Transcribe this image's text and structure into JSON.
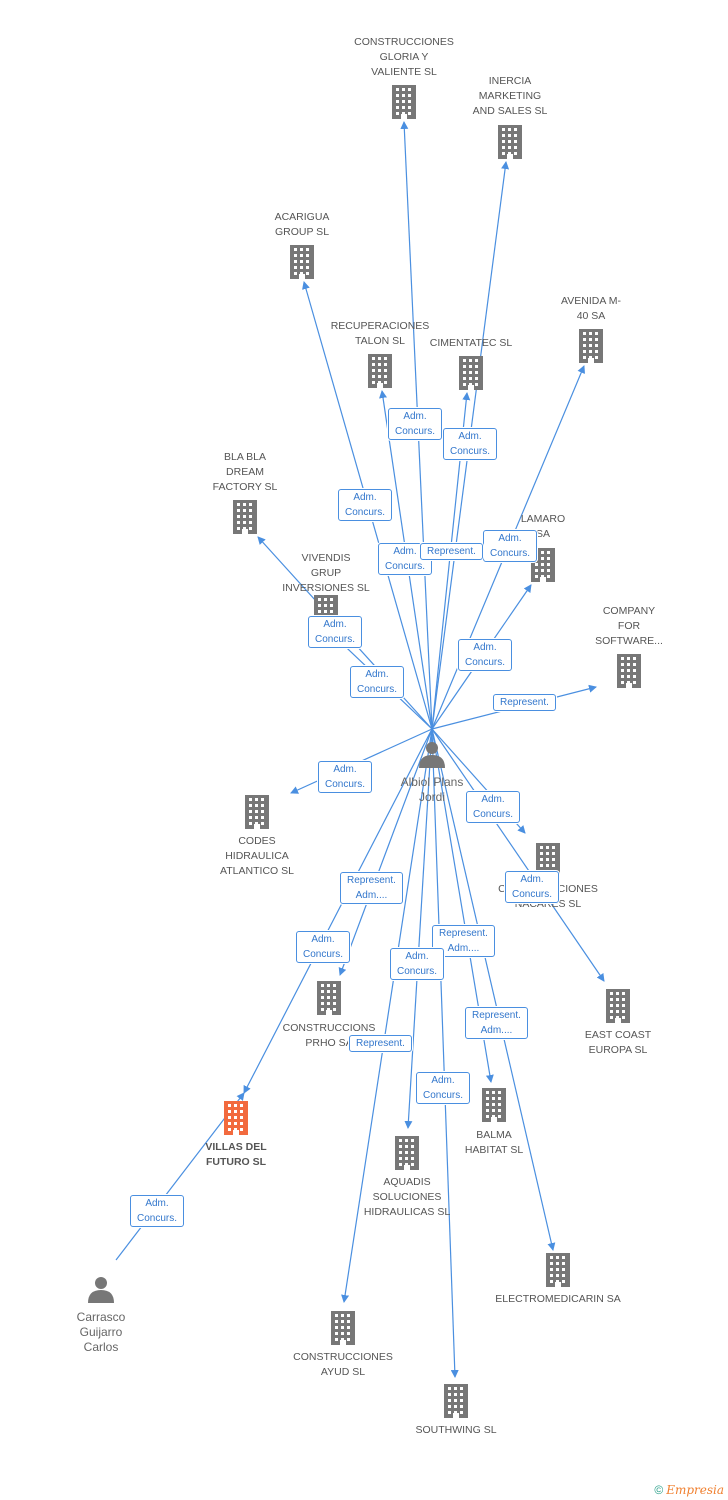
{
  "colors": {
    "edge": "#4a8fe0",
    "company_icon": "#777777",
    "focus_icon": "#f26a3e",
    "person_icon": "#777777"
  },
  "center": {
    "name": "Albiol Plans\nJordi",
    "icon": "person-icon"
  },
  "companies": [
    {
      "key": "gloria",
      "name": "CONSTRUCCIONES\nGLORIA Y\nVALIENTE SL"
    },
    {
      "key": "inercia",
      "name": "INERCIA\nMARKETING\nAND SALES SL"
    },
    {
      "key": "acarigua",
      "name": "ACARIGUA\nGROUP SL"
    },
    {
      "key": "avenida",
      "name": "AVENIDA M-\n40 SA"
    },
    {
      "key": "talon",
      "name": "RECUPERACIONES\nTALON SL"
    },
    {
      "key": "cimentatec",
      "name": "CIMENTATEC SL"
    },
    {
      "key": "blabla",
      "name": "BLA BLA\nDREAM\nFACTORY SL"
    },
    {
      "key": "lamaro",
      "name": "LAMARO\nSA"
    },
    {
      "key": "vivendis",
      "name": "VIVENDIS\nGRUP\nINVERSIONES SL"
    },
    {
      "key": "company_sw",
      "name": "COMPANY\nFOR\nSOFTWARE..."
    },
    {
      "key": "codes",
      "name": "CODES\nHIDRAULICA\nATLANTICO SL"
    },
    {
      "key": "nacares",
      "name": "CONSTRUCCIONES\nNACARES SL"
    },
    {
      "key": "eastcoast",
      "name": "EAST COAST\nEUROPA SL"
    },
    {
      "key": "prho",
      "name": "CONSTRUCCIONS\nPRHO SA"
    },
    {
      "key": "villas",
      "name": "VILLAS DEL\nFUTURO SL",
      "focus": true
    },
    {
      "key": "balma",
      "name": "BALMA\nHABITAT SL"
    },
    {
      "key": "aquadis",
      "name": "AQUADIS\nSOLUCIONES\nHIDRAULICAS SL"
    },
    {
      "key": "electromedicarin",
      "name": "ELECTROMEDICARIN SA"
    },
    {
      "key": "ayud",
      "name": "CONSTRUCCIONES\nAYUD SL"
    },
    {
      "key": "southwing",
      "name": "SOUTHWING SL"
    }
  ],
  "persons": [
    {
      "key": "carrasco",
      "name": "Carrasco\nGuijarro\nCarlos"
    }
  ],
  "relations": [
    {
      "to": "gloria",
      "label": "Adm.\nConcurs."
    },
    {
      "to": "inercia",
      "label": "Adm.\nConcurs."
    },
    {
      "to": "acarigua",
      "label": "Adm.\nConcurs."
    },
    {
      "to": "avenida",
      "label": "Adm.\nConcurs."
    },
    {
      "to": "talon",
      "label": "Adm.\nConcurs."
    },
    {
      "to": "cimentatec",
      "label": "Represent."
    },
    {
      "to": "blabla",
      "label": "Adm.\nConcurs."
    },
    {
      "to": "lamaro",
      "label": "Adm.\nConcurs."
    },
    {
      "to": "vivendis",
      "label": "Adm.\nConcurs."
    },
    {
      "to": "company_sw",
      "label": "Represent."
    },
    {
      "to": "codes",
      "label": "Adm.\nConcurs."
    },
    {
      "to": "nacares",
      "label": "Adm.\nConcurs."
    },
    {
      "to": "eastcoast",
      "label": "Adm.\nConcurs."
    },
    {
      "to": "prho",
      "label": "Represent.\nAdm...."
    },
    {
      "to": "villas",
      "label": "Adm.\nConcurs."
    },
    {
      "to": "balma",
      "label": "Represent.\nAdm...."
    },
    {
      "to": "aquadis",
      "label": "Adm.\nConcurs."
    },
    {
      "to": "electromedicarin",
      "label": "Represent.\nAdm...."
    },
    {
      "to": "ayud",
      "label": "Represent."
    },
    {
      "to": "southwing",
      "label": "Adm.\nConcurs."
    },
    {
      "from": "carrasco",
      "to": "villas",
      "label": "Adm.\nConcurs."
    }
  ],
  "footer": {
    "copyright": "©",
    "brand": "Empresia"
  }
}
